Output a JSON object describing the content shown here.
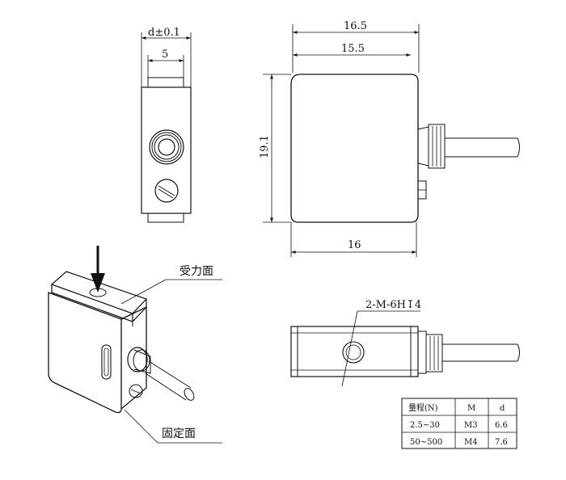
{
  "dimensions": {
    "side_width_tol": "d±0.1",
    "side_inner": "5",
    "front_total_width": "16.5",
    "front_body_width": "15.5",
    "front_height": "19.1",
    "front_bottom_width": "16",
    "thread_spec": "2-M-6H↧4"
  },
  "labels": {
    "load_surface": "受力面",
    "fixed_surface": "固定面"
  },
  "spec_table": {
    "headers": [
      "量程(N)",
      "M",
      "d"
    ],
    "rows": [
      [
        "2.5~30",
        "M3",
        "6.6"
      ],
      [
        "50~500",
        "M4",
        "7.6"
      ]
    ]
  }
}
